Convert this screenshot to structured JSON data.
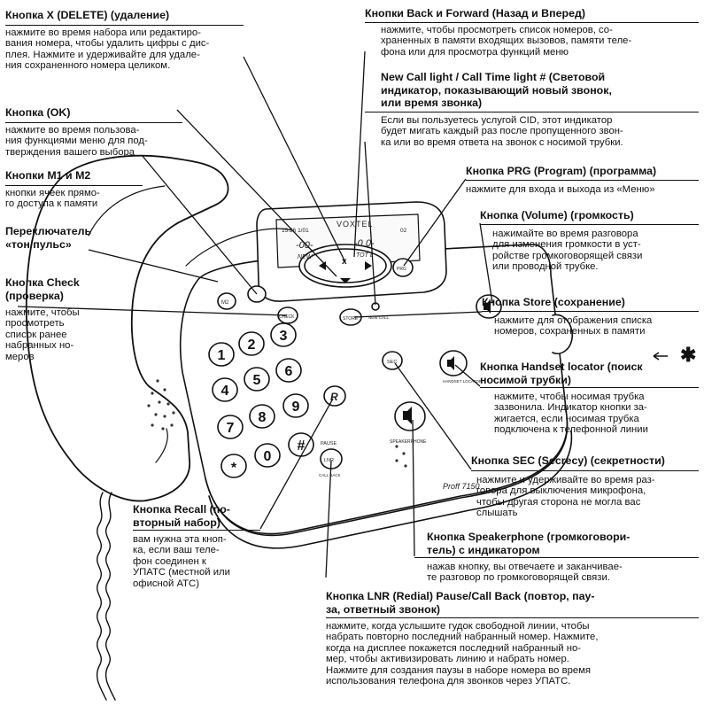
{
  "callouts": {
    "delete": {
      "title": "Кнопка X (DELETE) (удаление)",
      "lines": [
        "нажмите во время набора или редактиро-",
        "вания номера, чтобы удалить цифры с дис-",
        "плея. Нажмите и удерживайте для удале-",
        "ния сохраненного номера целиком."
      ]
    },
    "ok": {
      "title": "Кнопка (OK)",
      "lines": [
        "нажмите во время пользова-",
        "ния функциями меню для под-",
        "тверждения вашего выбора"
      ]
    },
    "m1m2": {
      "title": "Кнопки M1 и M2",
      "lines": [
        "кнопки ячеек прямо-",
        "го доступа к памяти"
      ]
    },
    "tone": {
      "title_lines": [
        "Переключатель",
        "«тон/пульс»"
      ]
    },
    "check": {
      "title_lines": [
        "Кнопка Check",
        "(проверка)"
      ],
      "lines": [
        "нажмите, чтобы",
        "просмотреть",
        "список ранее",
        "набранных но-",
        "меров"
      ]
    },
    "backfwd": {
      "title": "Кнопки Back и Forward (Назад и Вперед)",
      "lines": [
        "нажмите, чтобы просмотреть список номеров, со-",
        "храненных в памяти входящих вызовов, памяти теле-",
        "фона или для просмотра функций меню"
      ]
    },
    "newcall": {
      "title_lines": [
        "New Call light / Call Time light # (Световой",
        "индикатор, показывающий новый звонок,",
        "или время звонка)"
      ],
      "lines": [
        "Если вы пользуетесь услугой CID, этот индикатор",
        "будет мигать каждый раз после пропущенного звон-",
        "ка или во время ответа на звонок с носимой трубки."
      ]
    },
    "prg": {
      "title": "Кнопка PRG (Program) (программа)",
      "lines": [
        "нажмите для входа и выхода из «Меню»"
      ]
    },
    "volume": {
      "title": "Кнопка (Volume) (громкость)",
      "lines": [
        "нажимайте во время разговора",
        "для изменения громкости в уст-",
        "ройстве громкоговорящей связи",
        "или проводной трубке."
      ]
    },
    "store": {
      "title": "Кнопка Store (сохранение)",
      "lines": [
        "нажмите для отображения списка",
        "номеров, сохраненных в памяти"
      ]
    },
    "locator": {
      "title_lines": [
        "Кнопка Handset locator (поиск",
        "носимой трубки)"
      ],
      "lines": [
        "нажмите, чтобы носимая трубка",
        "зазвонила. Индикатор кнопки за-",
        "жигается, если носимая трубка",
        "подключена к телефонной линии"
      ]
    },
    "sec": {
      "title": "Кнопка SEC (Secrecy) (секретности)",
      "lines": [
        "нажмите и удерживайте во время раз-",
        "говора для выключения микрофона,",
        "чтобы другая сторона не могла вас",
        "слышать"
      ]
    },
    "speaker": {
      "title_lines": [
        "Кнопка Speakerphone (громкоговори-",
        "тель) с индикатором"
      ],
      "lines": [
        "нажав кнопку, вы отвечаете и заканчивае-",
        "те разговор по громкоговорящей связи."
      ]
    },
    "recall": {
      "title_lines": [
        "Кнопка Recall (по-",
        "вторный набор)"
      ],
      "lines": [
        "вам нужна эта кноп-",
        "ка, если ваш теле-",
        "фон соединен к",
        "УПАТС (местной или",
        "офисной АТС)"
      ]
    },
    "lnr": {
      "title_lines": [
        "Кнопка LNR (Redial) Pause/Call Back (повтор, пау-",
        "за, ответный звонок)"
      ],
      "lines": [
        "нажмите, когда услышите гудок свободной линии, чтобы",
        "набрать повторно последний набранный номер. Нажмите,",
        "когда на дисплее покажется последний набранный но-",
        "мер, чтобы активизировать линию и набрать номер.",
        "Нажмите для создания паузы в наборе номера во время",
        "использования телефона для звонков через УПАТС."
      ]
    }
  },
  "phone": {
    "brand": "VOXTEL",
    "model": "Proff 7150",
    "display_line1": "15:56  1/01",
    "display_line1b": "02",
    "display_digits_a": "-00-",
    "display_digits_b": "-0  0-",
    "display_new": "NEW",
    "display_total": "TOT  L",
    "keys": [
      "1",
      "2",
      "3",
      "4",
      "5",
      "6",
      "7",
      "8",
      "9",
      "*",
      "0",
      "#"
    ],
    "btn_m2": "M2",
    "btn_check": "CHECK",
    "btn_store": "STORE",
    "btn_newcall": "NEW CALL",
    "btn_sec": "SEC",
    "btn_r": "R",
    "btn_prg": "PRG",
    "btn_lnr": "LNR",
    "label_pause": "PAUSE",
    "label_callback": "CALL BACK",
    "label_handset_locator": "HANDSET LOCATOR",
    "label_speakerphone": "SPEAKERPHONE",
    "asterisk_marker": "✱"
  }
}
